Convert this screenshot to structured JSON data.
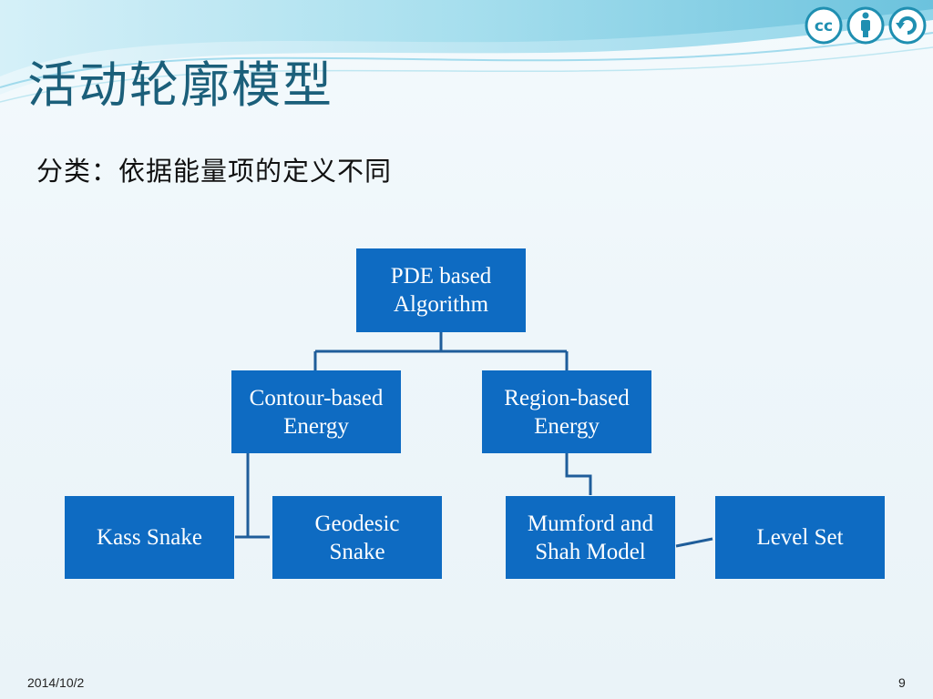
{
  "slide": {
    "title": "活动轮廓模型",
    "subtitle": "分类：依据能量项的定义不同",
    "footer_date": "2014/10/2",
    "page_number": "9"
  },
  "license_badge": {
    "icons": [
      "cc-icon",
      "attribution-icon",
      "share-alike-icon"
    ],
    "cc_text": "cc"
  },
  "diagram": {
    "root": {
      "label": "PDE based\nAlgorithm"
    },
    "branches": {
      "contour": {
        "label": "Contour-based\nEnergy"
      },
      "region": {
        "label": "Region-based\nEnergy"
      }
    },
    "leaves": {
      "kass": {
        "label": "Kass Snake"
      },
      "geodesic": {
        "label": "Geodesic\nSnake"
      },
      "mumford": {
        "label": "Mumford and\nShah Model"
      },
      "levelset": {
        "label": "Level Set"
      }
    }
  },
  "colors": {
    "node_fill": "#0e6bc2",
    "connector": "#1f5d9a",
    "title": "#1b5f7a",
    "wave_light": "#bfe6f2",
    "wave_mid": "#6fc7e0",
    "badge": "#1f8fb1"
  }
}
